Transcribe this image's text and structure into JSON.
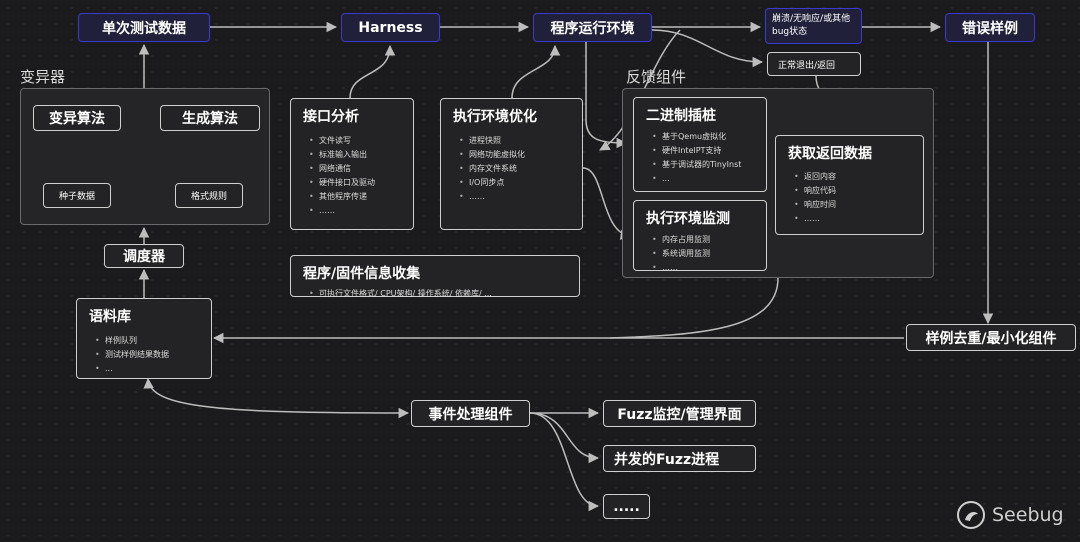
{
  "top_row": {
    "single_test_data": "单次测试数据",
    "harness": "Harness",
    "runtime_env": "程序运行环境",
    "crash_states": "崩溃/无响应/或其他bug状态",
    "normal_exit": "正常退出/返回",
    "error_samples": "错误样例"
  },
  "mutator_group": {
    "title": "变异器",
    "mutation_algo": "变异算法",
    "generation_algo": "生成算法",
    "seed_data": "种子数据",
    "format_rules": "格式规则"
  },
  "scheduler": "调度器",
  "corpus": {
    "title": "语料库",
    "items": [
      "样例队列",
      "测试样例结果数据",
      "..."
    ]
  },
  "interface_analysis": {
    "title": "接口分析",
    "items": [
      "文件读写",
      "标准输入输出",
      "网络通信",
      "硬件接口及驱动",
      "其他程序传递",
      "……"
    ]
  },
  "env_optimization": {
    "title": "执行环境优化",
    "items": [
      "进程快照",
      "网络功能虚拟化",
      "内存文件系统",
      "I/O同步点",
      "……"
    ]
  },
  "info_collection": {
    "title": "程序/固件信息收集",
    "items": [
      "可执行文件格式/ CPU架构/ 操作系统/ 依赖库/ ..."
    ]
  },
  "feedback_group": {
    "title": "反馈组件",
    "binary_instrumentation": {
      "title": "二进制插桩",
      "items": [
        "基于Qemu虚拟化",
        "硬件IntelPT支持",
        "基于调试器的TinyInst",
        "..."
      ]
    },
    "env_monitor": {
      "title": "执行环境监测",
      "items": [
        "内存占用监测",
        "系统调用监测",
        "……"
      ]
    },
    "return_data": {
      "title": "获取返回数据",
      "items": [
        "返回内容",
        "响应代码",
        "响应时间",
        "……"
      ]
    }
  },
  "dedup": "样例去重/最小化组件",
  "event_handler": "事件处理组件",
  "fuzz_monitor": "Fuzz监控/管理界面",
  "concurrent_fuzz": "并发的Fuzz进程",
  "more": "....."
}
